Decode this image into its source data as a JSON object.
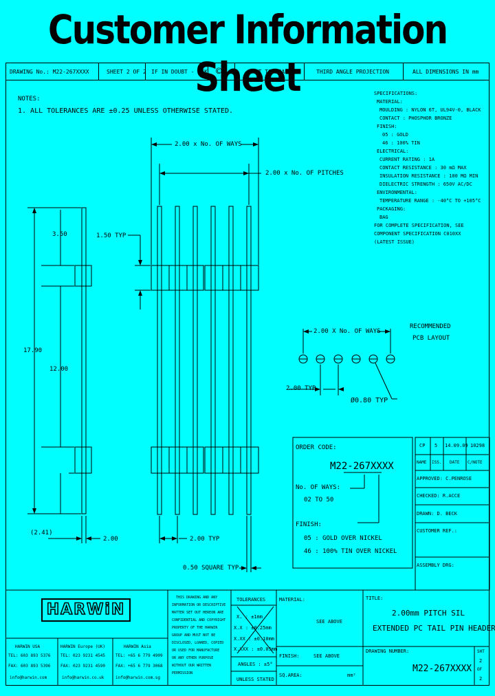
{
  "title": "Customer Information Sheet",
  "header": {
    "drawing_no": "DRAWING No.: M22-267XXXX",
    "sheet": "SHEET 2 OF 2",
    "doubt": "IF IN DOUBT - ASK",
    "projection_symbol": "©",
    "scale": "NOT TO SCALE",
    "projection": "THIRD ANGLE PROJECTION",
    "dims": "ALL DIMENSIONS IN mm"
  },
  "notes": {
    "heading": "NOTES:",
    "line1": "1. ALL TOLERANCES ARE ±0.25 UNLESS OTHERWISE STATED."
  },
  "specifications": [
    "SPECIFICATIONS:",
    "MATERIAL:",
    "MOULDING : NYLON 6T, UL94V-0, BLACK",
    "CONTACT : PHOSPHOR BRONZE",
    "FINISH:",
    "05 : GOLD",
    "46 : 100% TIN",
    "ELECTRICAL:",
    "CURRENT RATING : 1A",
    "CONTACT RESISTANCE : 30 mΩ MAX",
    "INSULATION RESISTANCE : 100 MΩ MIN",
    "DIELECTRIC STRENGTH : 650V AC/DC",
    "ENVIRONMENTAL:",
    "TEMPERATURE RANGE : -40°C TO +105°C",
    "PACKAGING:",
    "BAG",
    "FOR COMPLETE SPECIFICATION, SEE",
    "COMPONENT SPECIFICATION C010XX",
    "(LATEST ISSUE)"
  ],
  "dims": {
    "ways": "2.00 x No. OF WAYS",
    "pitches": "2.00 x No. OF PITCHES",
    "d350": "3.50",
    "d150": "1.50 TYP",
    "d1790": "17.90",
    "d1200": "12.00",
    "d241": "(2.41)",
    "d200": "2.00",
    "d200typ": "2.00 TYP",
    "d050": "0.50 SQUARE TYP"
  },
  "pcb": {
    "title1": "RECOMMENDED",
    "title2": "PCB LAYOUT",
    "ways": "2.00 X No. OF WAYS",
    "pitch": "2.00 TYP",
    "hole": "Ø0.80 TYP"
  },
  "order": {
    "heading": "ORDER CODE:",
    "code": "M22-267XXXX",
    "ways_label": "No. OF WAYS:",
    "ways_range": "02 TO 50",
    "finish_label": "FINISH:",
    "finish_05": "05 : GOLD OVER NICKEL",
    "finish_46": "46 : 100% TIN OVER NICKEL"
  },
  "rev": {
    "by": "CP",
    "iss": "5",
    "date": "14.09.09",
    "change": "10298",
    "h_name": "NAME",
    "h_iss": "ISS.",
    "h_date": "DATE",
    "h_change": "C/NOTE",
    "approved": "APPROVED: C.PENROSE",
    "checked": "CHECKED: R.ACCE",
    "drawn": "DRAWN: D. BECK",
    "customer_ref": "CUSTOMER REF.:",
    "assembly": "ASSEMBLY DRG:"
  },
  "footer": {
    "logo": "HARWiN",
    "usa": [
      "HARWIN USA",
      "TEL: 603 893 5376",
      "FAX: 603 893 5396",
      "info@harwin.com"
    ],
    "europe": [
      "HARWIN Europe (UK)",
      "TEL: 023 9231 4545",
      "FAX: 023 9231 4590",
      "info@harwin.co.uk"
    ],
    "asia": [
      "HARWIN Asia",
      "TEL: +65 6 779 4909",
      "FAX: +65 6 779 3068",
      "info@harwin.com.sg"
    ],
    "copyright": [
      "THIS DRAWING AND ANY",
      "INFORMATION OR DESCRIPTIVE",
      "MATTER SET OUT HEREON ARE",
      "CONFIDENTIAL AND COPYRIGHT",
      "PROPERTY OF THE HARWIN",
      "GROUP AND MUST NOT BE",
      "DISCLOSED, LOANED, COPIED",
      "OR USED FOR MANUFACTURE",
      "OR ANY OTHER PURPOSE",
      "WITHOUT OUR WRITTEN",
      "PERMISSION"
    ],
    "tol_head": "TOLERANCES",
    "tol_rows": [
      "X. : ±1mm",
      "X.X : ±0.25mm",
      "X.XX : ±0.10mm",
      "X.XXX : ±0.05mm"
    ],
    "angles": "ANGLES : ±5°",
    "unless": "UNLESS STATED",
    "material": "MATERIAL:",
    "see_above": "SEE ABOVE",
    "finish": "FINISH:",
    "finish_val": "SEE ABOVE",
    "sqarea": "SQ.AREA:",
    "sq_unit": "mm²",
    "title_lbl": "TITLE:",
    "title1": "2.00mm PITCH SIL",
    "title2": "EXTENDED PC TAIL PIN HEADER",
    "dwg_lbl": "DRAWING NUMBER:",
    "dwg_no": "M22-267XXXX",
    "sht": "SHT",
    "sht_n": "2",
    "of": "OF",
    "of_n": "2"
  }
}
